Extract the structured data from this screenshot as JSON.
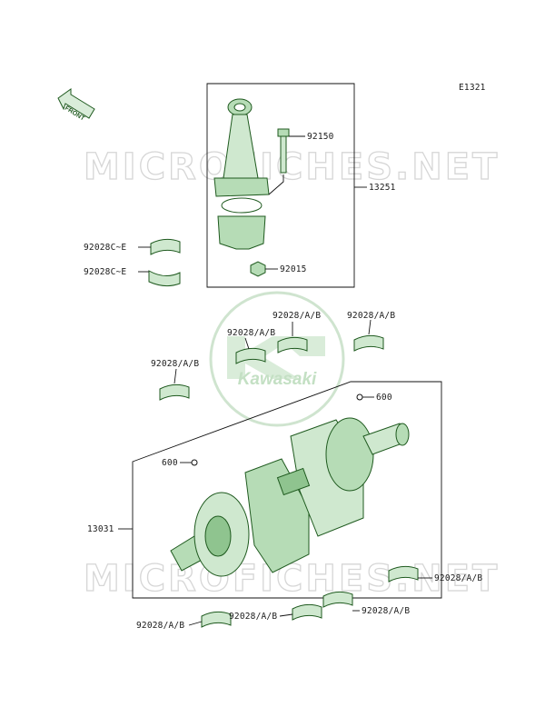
{
  "diagram": {
    "code": "E1321",
    "front_label": "FRONT",
    "brand_watermark": "Kawasaki",
    "site_watermark": "MICROFICHES.NET",
    "callouts": {
      "conrod_assy": "13251",
      "conrod_bolt": "92150",
      "conrod_nut": "92015",
      "conrod_bearing_upper": "92028C~E",
      "conrod_bearing_lower": "92028C~E",
      "main_bearing_1": "92028/A/B",
      "main_bearing_2": "92028/A/B",
      "main_bearing_3": "92028/A/B",
      "main_bearing_4": "92028/A/B",
      "main_bearing_5": "92028/A/B",
      "main_bearing_6": "92028/A/B",
      "main_bearing_7": "92028/A/B",
      "main_bearing_8": "92028/A/B",
      "crankshaft_assy": "13031",
      "ref_600_right": "600",
      "ref_600_left": "600"
    }
  }
}
